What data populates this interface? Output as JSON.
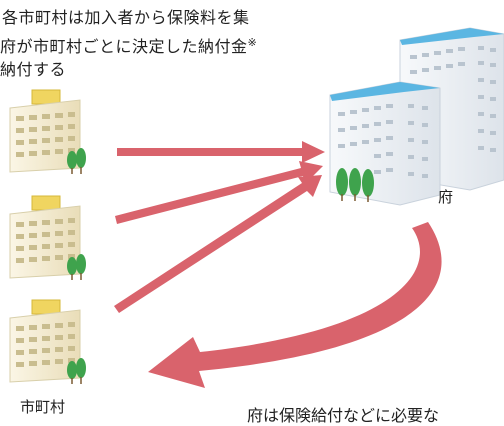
{
  "description": {
    "line1": "各市町村は加入者から保険料を集",
    "line2": " 府が市町村ごとに決定した納付金",
    "line2_mark": "※",
    "line3": "納付する"
  },
  "labels": {
    "prefecture": "府",
    "municipality": "市町村",
    "bottom_note": "府は保険給付などに必要な"
  },
  "colors": {
    "arrow": "#d9636c",
    "building_wall": "#f3ecd5",
    "building_roof": "#f0d560",
    "pref_wall": "#ffffff",
    "pref_roof": "#5bb6e2",
    "tree": "#3fa34d"
  }
}
